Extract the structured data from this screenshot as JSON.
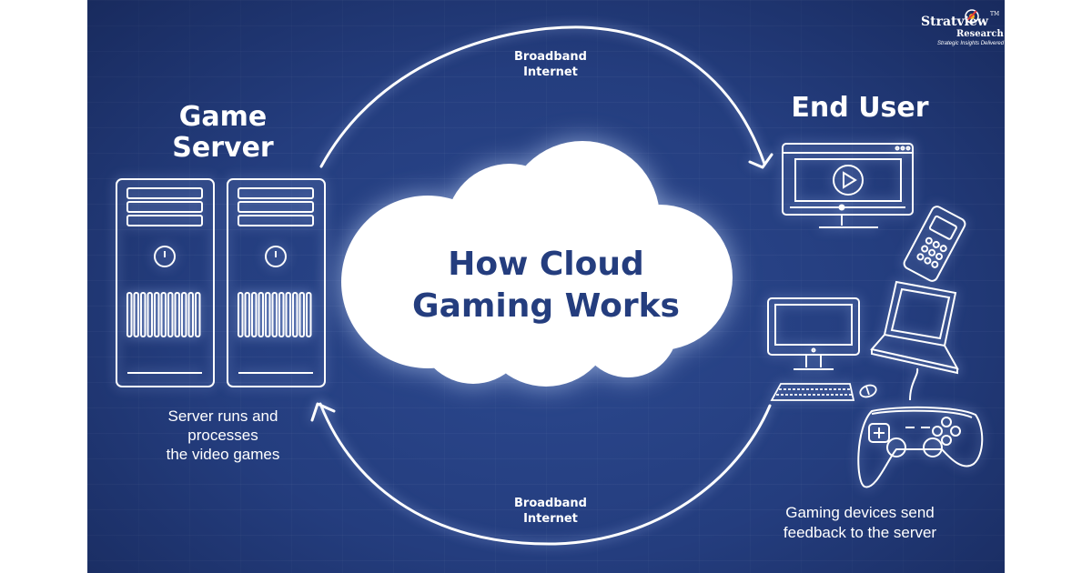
{
  "logo": {
    "name": "Stratview",
    "tm": "TM",
    "sub": "Research",
    "tagline": "Strategic Insights Delivered"
  },
  "top_link": {
    "line1": "Broadband",
    "line2": "Internet"
  },
  "bottom_link": {
    "line1": "Broadband",
    "line2": "Internet"
  },
  "game_server": {
    "title_line1": "Game",
    "title_line2": "Server",
    "desc_line1": "Server runs and",
    "desc_line2": "processes",
    "desc_line3": "the video games"
  },
  "end_user": {
    "title": "End User",
    "desc_line1": "Gaming devices send",
    "desc_line2": "feedback to the server"
  },
  "cloud": {
    "line1": "How Cloud",
    "line2": "Gaming Works"
  },
  "colors": {
    "background": "#243d7e",
    "cloud": "#ffffff",
    "cloud_text": "#243d7e",
    "line": "#ffffff"
  },
  "icons": [
    "server-tower-icon",
    "monitor-play-icon",
    "smartphone-icon",
    "laptop-icon",
    "desktop-pc-icon",
    "keyboard-icon",
    "mouse-icon",
    "gamepad-icon"
  ]
}
